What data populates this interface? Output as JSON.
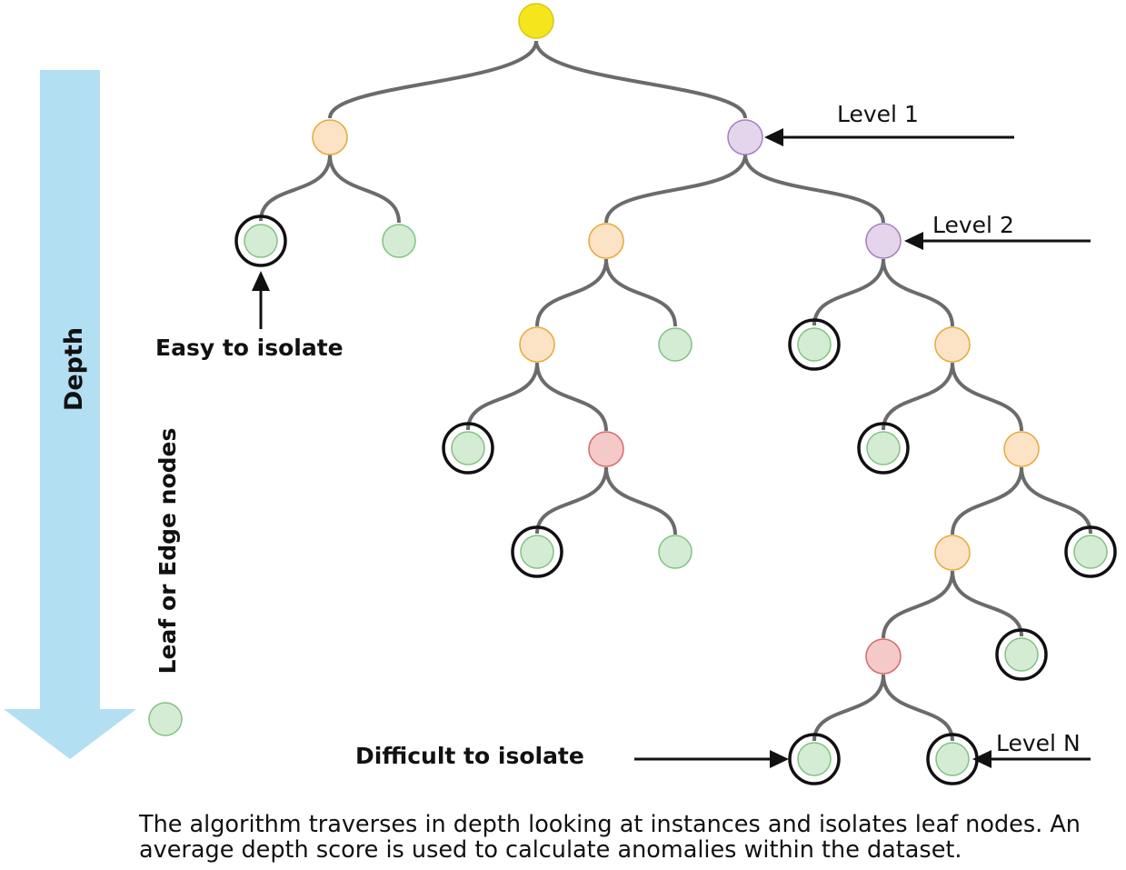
{
  "colors": {
    "edge": "#6b6b6b",
    "depth_arrow": "#b3dff3",
    "root": {
      "fill": "#f5e61c",
      "stroke": "#d8c814"
    },
    "split": {
      "fill": "#fde3c6",
      "stroke": "#e8a83a"
    },
    "highlight_split": {
      "fill": "#e5d5ec",
      "stroke": "#a57fc0"
    },
    "anomaly_split": {
      "fill": "#f6c9c9",
      "stroke": "#d46a6a"
    },
    "leaf": {
      "fill": "#d4ecd3",
      "stroke": "#82c282"
    },
    "ring": "#111111"
  },
  "legend": {
    "depth_label": "Depth",
    "leaf_label": "Leaf or Edge nodes"
  },
  "annotations": {
    "level_1": "Level 1",
    "level_2": "Level 2",
    "level_n": "Level N",
    "easy": "Easy to isolate",
    "difficult": "Difficult to isolate"
  },
  "caption": "The algorithm traverses in depth looking at instances and isolates leaf nodes. An average depth score is used to calculate anomalies within the dataset."
}
